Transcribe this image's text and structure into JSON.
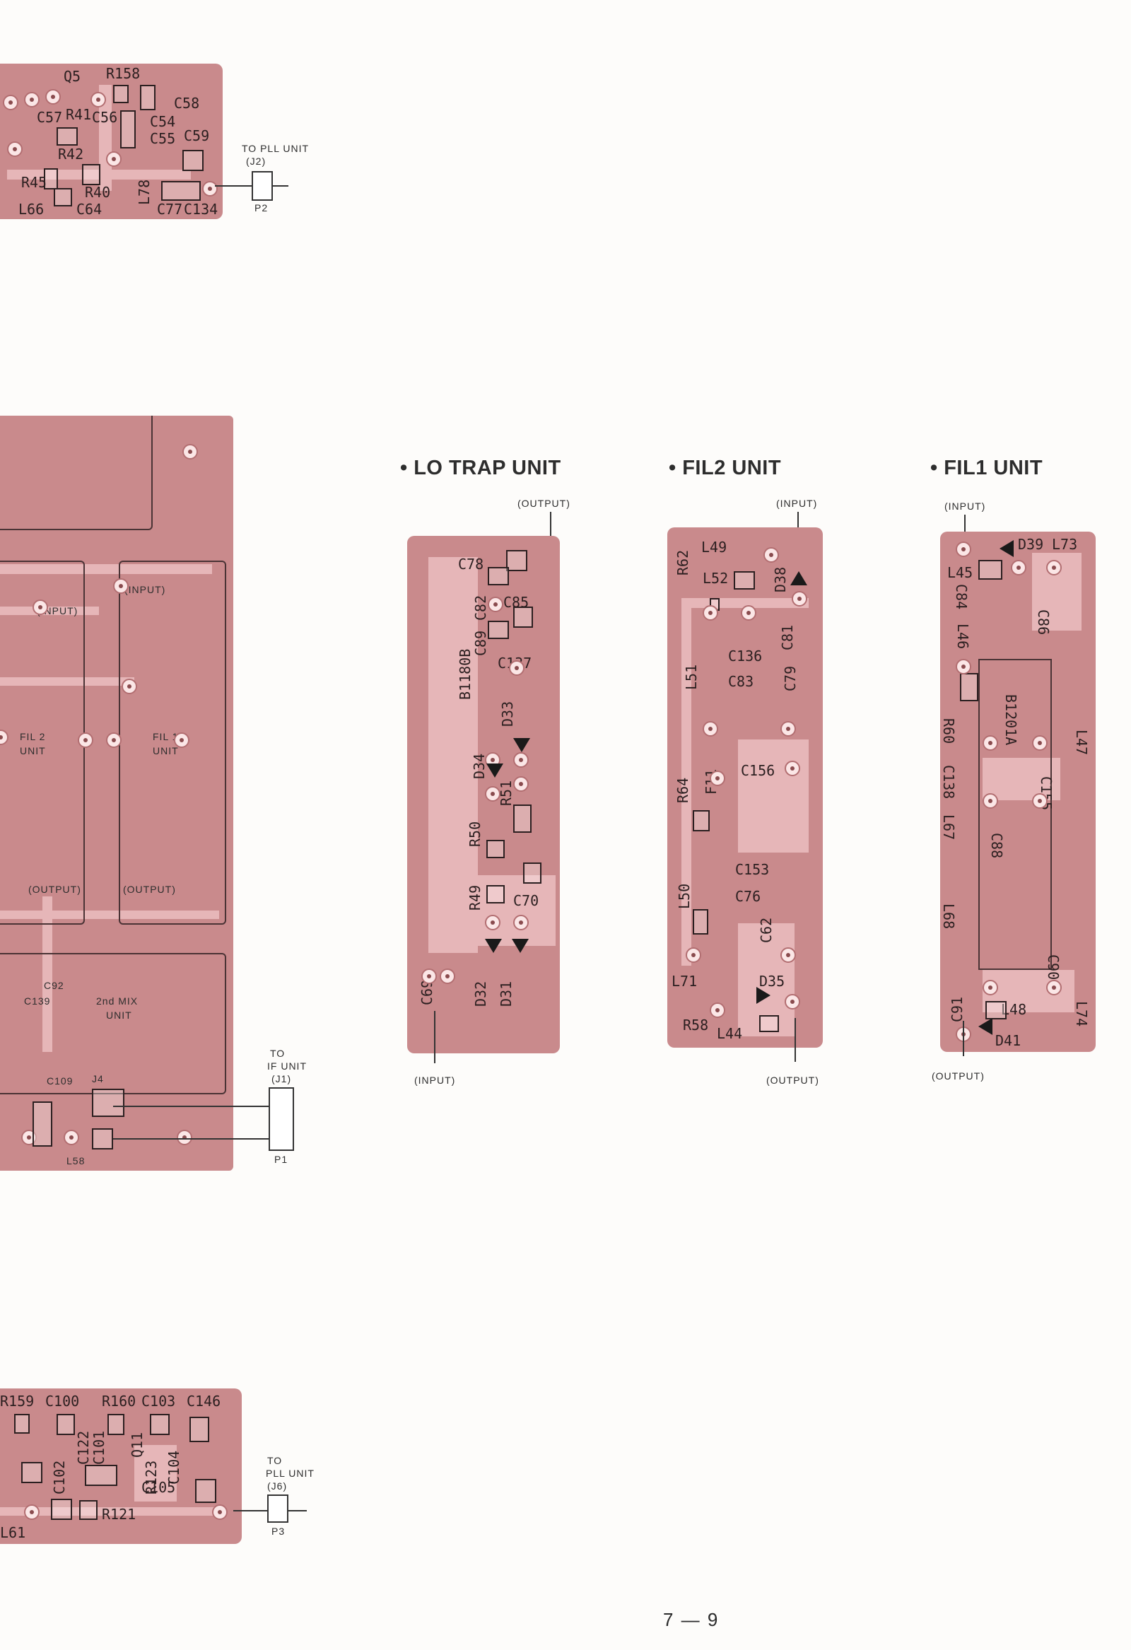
{
  "top_board": {
    "labels": [
      "Q5",
      "R158",
      "C57",
      "R41",
      "C56",
      "C58",
      "C54",
      "C55",
      "C59",
      "R42",
      "R45",
      "R40",
      "L78",
      "L66",
      "C64",
      "C77",
      "C134"
    ],
    "to_text": "TO PLL UNIT",
    "to_jack": "(J2)",
    "plug": "P2"
  },
  "main_board": {
    "input1": "(INPUT)",
    "input2": "(INPUT)",
    "fil2_line1": "FIL 2",
    "fil2_line2": "UNIT",
    "fil1_line1": "FIL 1",
    "fil1_line2": "UNIT",
    "output1": "(OUTPUT)",
    "output2": "(OUTPUT)",
    "mix_line1": "2nd MIX",
    "mix_line2": "UNIT",
    "c92": "C92",
    "c139": "C139",
    "c109": "C109",
    "j4": "J4",
    "l58": "L58",
    "to_text_1": "TO",
    "to_text_2": "IF UNIT",
    "to_jack": "(J1)",
    "plug": "P1"
  },
  "bottom_board": {
    "labels": [
      "R159",
      "C100",
      "R160",
      "C103",
      "C146",
      "C122",
      "C101",
      "Q11",
      "R123",
      "C104",
      "C102",
      "C105",
      "R121",
      "L61"
    ],
    "to_text_1": "TO",
    "to_text_2": "PLL UNIT",
    "to_jack": "(J6)",
    "plug": "P3"
  },
  "lo_trap": {
    "title": "• LO TRAP UNIT",
    "output": "(OUTPUT)",
    "input": "(INPUT)",
    "labels": {
      "c78": "C78",
      "c82": "C82",
      "c85": "C85",
      "c89": "C89",
      "c137": "C137",
      "b1180b": "B1180B",
      "d33": "D33",
      "d34": "D34",
      "r51": "R51",
      "r50": "R50",
      "r49": "R49",
      "c70": "C70",
      "c69": "C69",
      "d32": "D32",
      "d31": "D31"
    }
  },
  "fil2": {
    "title": "• FIL2 UNIT",
    "input": "(INPUT)",
    "output": "(OUTPUT)",
    "labels": {
      "r62": "R62",
      "l49": "L49",
      "l52": "L52",
      "d38": "D38",
      "c81": "C81",
      "c136": "C136",
      "c83": "C83",
      "c79": "C79",
      "l51": "L51",
      "c156": "C156",
      "r64": "R64",
      "f11": "F11",
      "c153": "C153",
      "c76": "C76",
      "l50": "L50",
      "c62": "C62",
      "l71": "L71",
      "d35": "D35",
      "r58": "R58",
      "l44": "L44"
    }
  },
  "fil1": {
    "title": "• FIL1 UNIT",
    "input": "(INPUT)",
    "output": "(OUTPUT)",
    "labels": {
      "d39": "D39",
      "l73": "L73",
      "l45": "L45",
      "c84": "C84",
      "c86": "C86",
      "l46": "L46",
      "b1201a": "B1201A",
      "l47": "L47",
      "r60": "R60",
      "c138": "C138",
      "c155": "C155",
      "l67": "L67",
      "c88": "C88",
      "l68": "L68",
      "c90": "C90",
      "c91": "C91",
      "l48": "L48",
      "d41": "D41",
      "l74": "L74"
    }
  },
  "page_number": "7 — 9"
}
